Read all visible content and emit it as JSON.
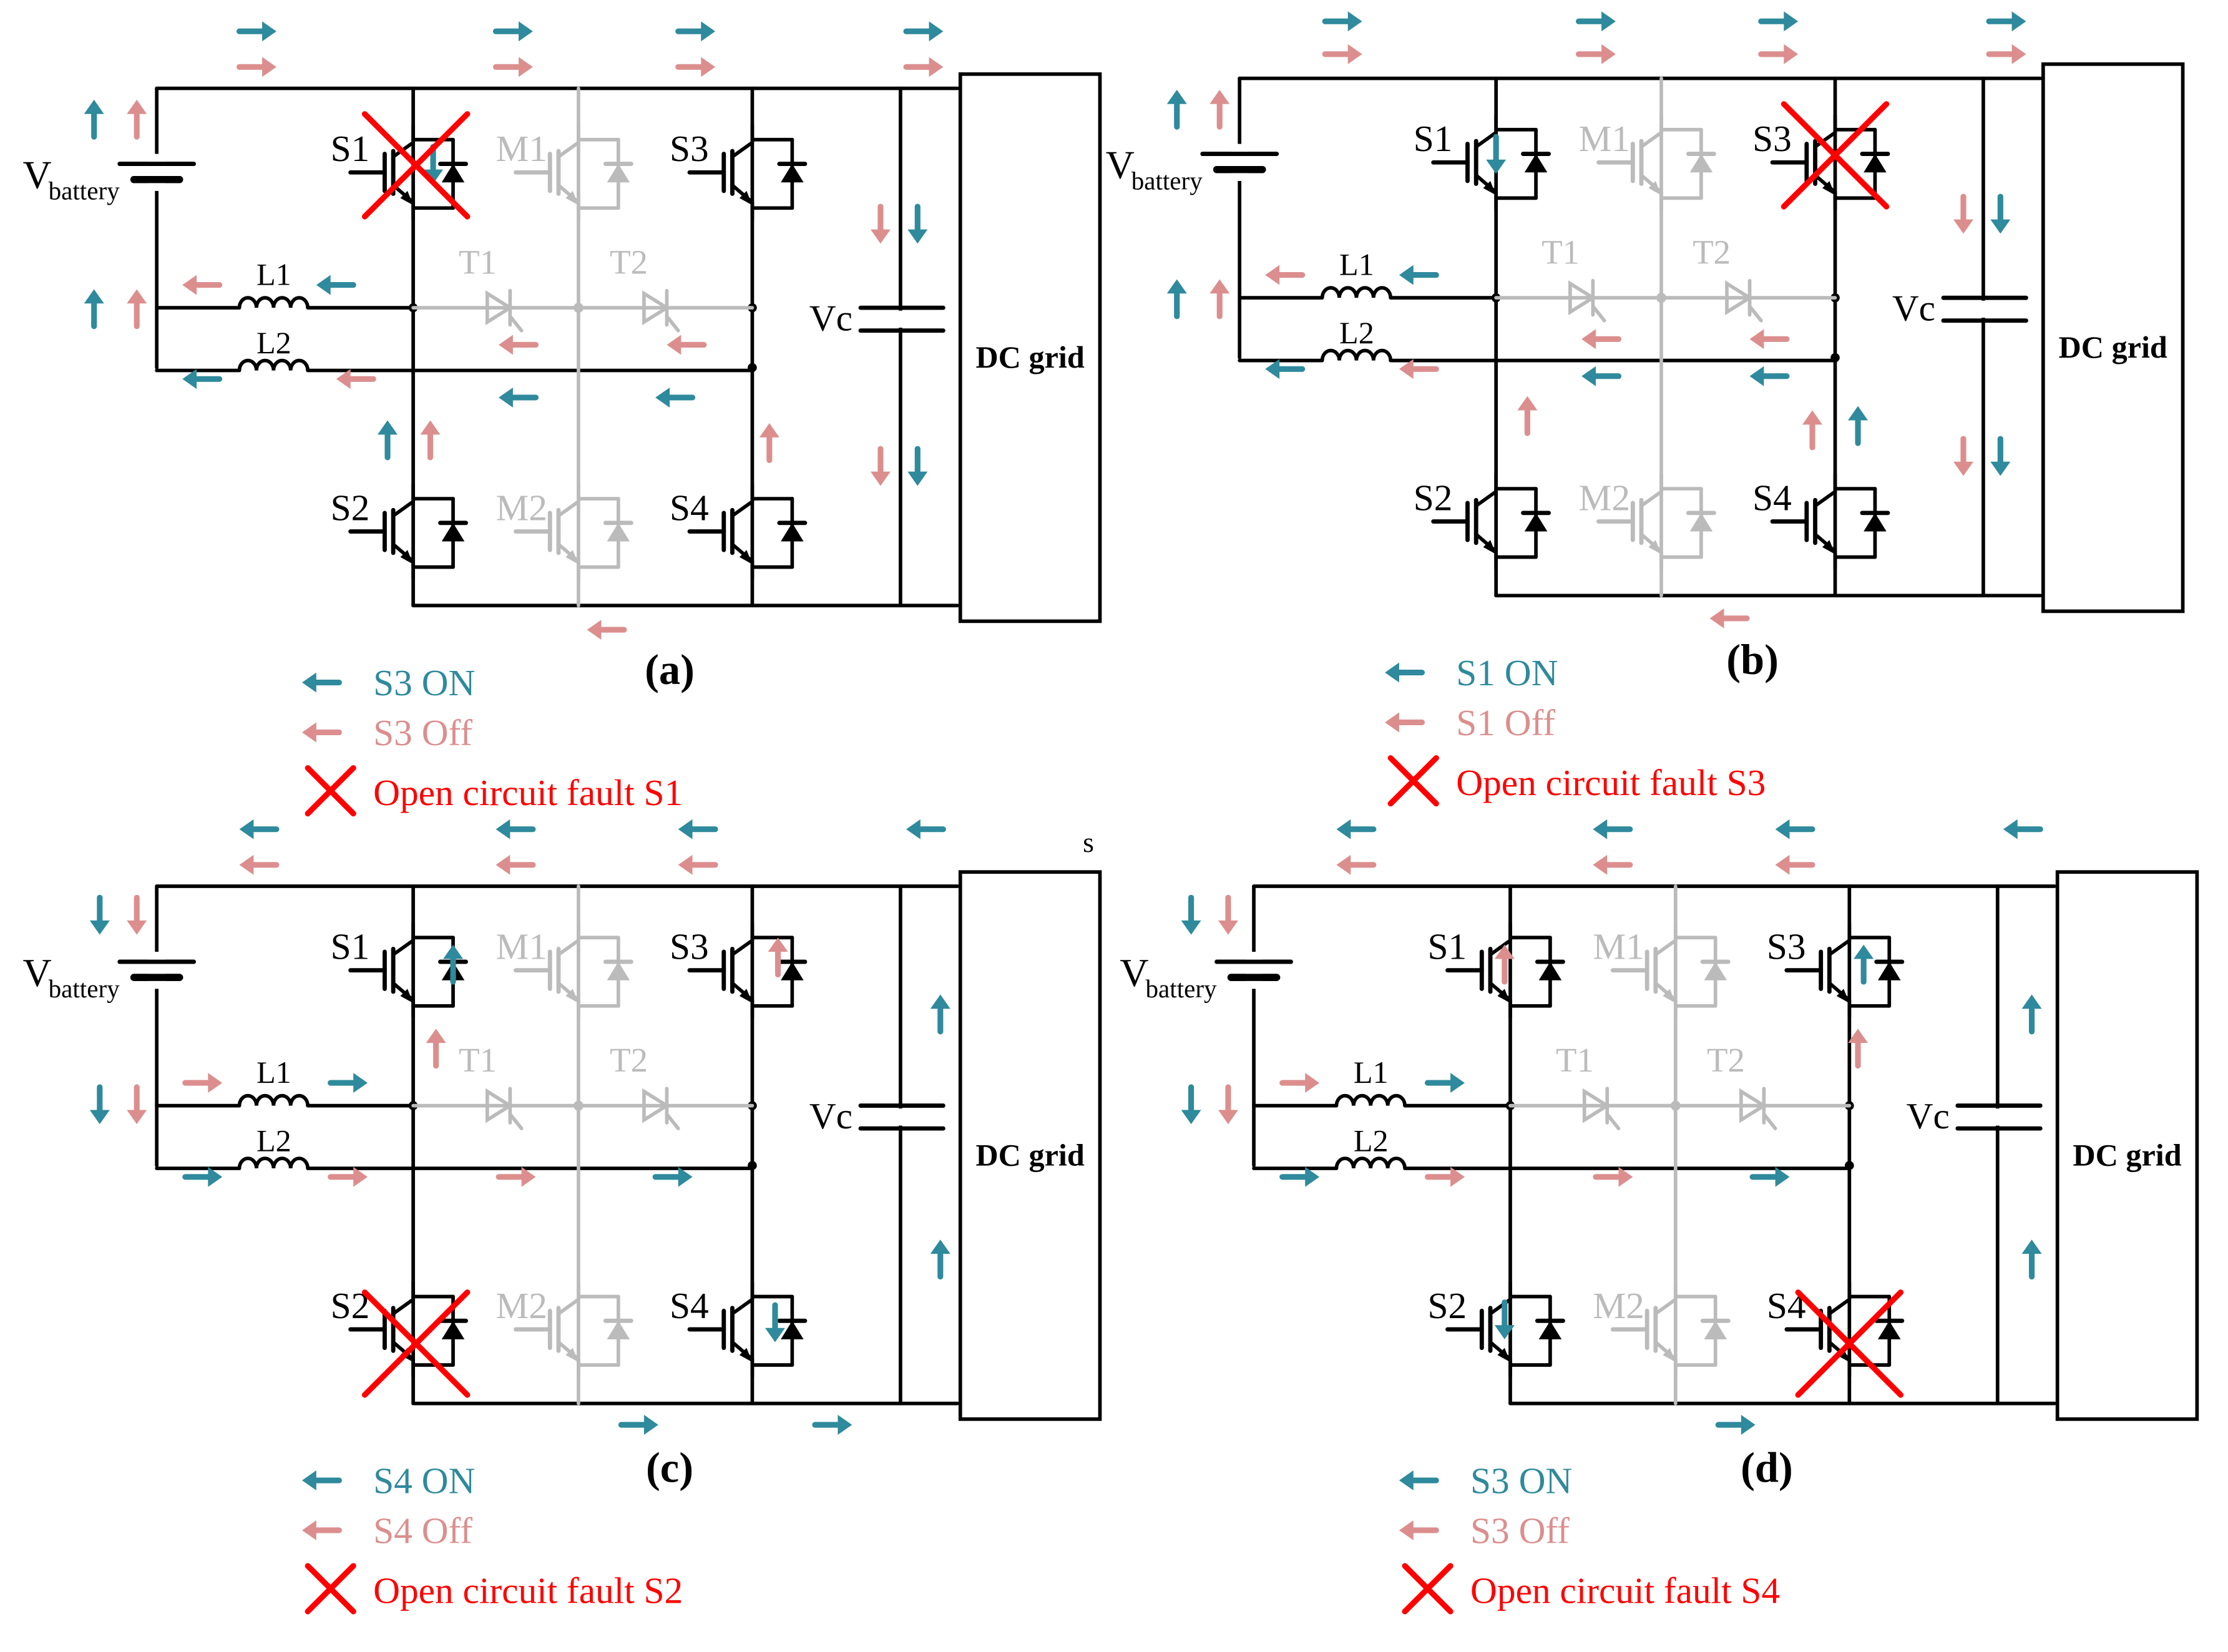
{
  "colors": {
    "wire": "#000000",
    "gray": "#bbbbbb",
    "on_arrow": "#2e8a9c",
    "off_arrow": "#dc8e8e",
    "fault": "#ff0000",
    "accent_text_on": "#2e8a9c",
    "accent_text_off": "#dc8e8e"
  },
  "labels": {
    "vbattery_main": "V",
    "vbattery_sub": "battery",
    "inductor_1": "L1",
    "inductor_2": "L2",
    "capacitor": "Vc",
    "grid": "DC grid",
    "thyristor_1": "T1",
    "thyristor_2": "T2",
    "switch_s1": "S1",
    "switch_s2": "S2",
    "switch_s3": "S3",
    "switch_s4": "S4",
    "switch_m1": "M1",
    "switch_m2": "M2",
    "stray_mark": "s"
  },
  "panels": [
    {
      "id": "a",
      "caption": "(a)",
      "fault_switch": "S1",
      "legend": {
        "on": "S3 ON",
        "off": "S3 Off",
        "fault": "Open circuit fault S1"
      },
      "icons": [
        "arrow-left-icon",
        "arrow-left-icon",
        "cross-icon"
      ]
    },
    {
      "id": "b",
      "caption": "(b)",
      "fault_switch": "S3",
      "legend": {
        "on": "S1 ON",
        "off": "S1 Off",
        "fault": "Open circuit fault S3"
      },
      "icons": [
        "arrow-left-icon",
        "arrow-left-icon",
        "cross-icon"
      ]
    },
    {
      "id": "c",
      "caption": "(c)",
      "fault_switch": "S2",
      "legend": {
        "on": "S4 ON",
        "off": "S4 Off",
        "fault": "Open circuit fault S2"
      },
      "icons": [
        "arrow-left-icon",
        "arrow-left-icon",
        "cross-icon"
      ]
    },
    {
      "id": "d",
      "caption": "(d)",
      "fault_switch": "S4",
      "legend": {
        "on": "S3 ON",
        "off": "S3 Off",
        "fault": "Open circuit fault S4"
      },
      "icons": [
        "arrow-left-icon",
        "arrow-left-icon",
        "cross-icon"
      ]
    }
  ]
}
